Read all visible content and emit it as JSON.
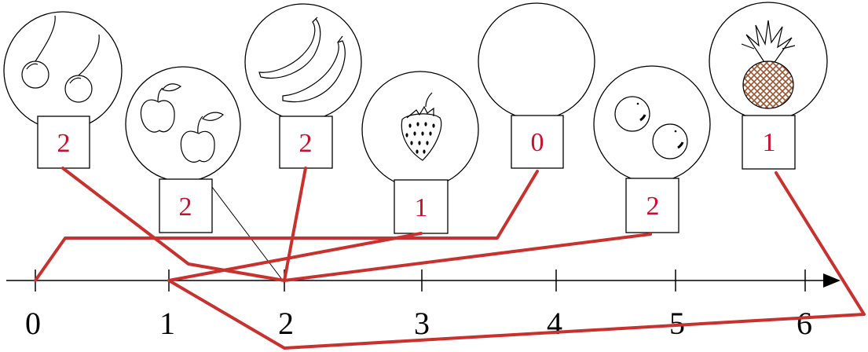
{
  "accent_color": "#c8312e",
  "number_line": {
    "ticks": [
      "0",
      "1",
      "2",
      "3",
      "4",
      "5",
      "6"
    ]
  },
  "balloons": [
    {
      "fruit": "cherry-icon",
      "count": "2",
      "value": 2
    },
    {
      "fruit": "apple-icon",
      "count": "2",
      "value": 2
    },
    {
      "fruit": "banana-icon",
      "count": "2",
      "value": 2
    },
    {
      "fruit": "strawberry-icon",
      "count": "1",
      "value": 1
    },
    {
      "fruit": "empty",
      "count": "0",
      "value": 0
    },
    {
      "fruit": "orange-icon",
      "count": "2",
      "value": 2
    },
    {
      "fruit": "pineapple-icon",
      "count": "1",
      "value": 1
    }
  ]
}
